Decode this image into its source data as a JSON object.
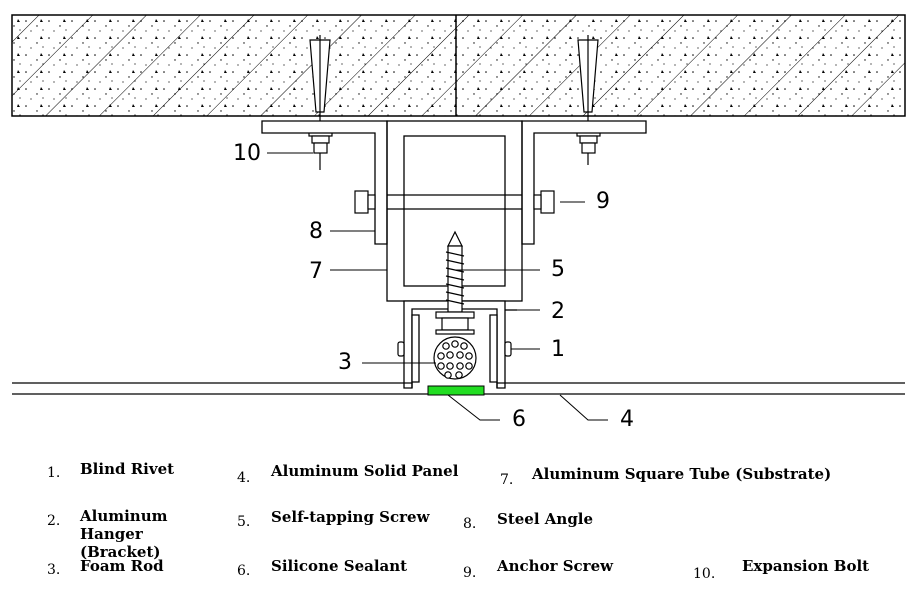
{
  "callouts": {
    "c1": "1",
    "c2": "2",
    "c3": "3",
    "c4": "4",
    "c5": "5",
    "c6": "6",
    "c7": "7",
    "c8": "8",
    "c9": "9",
    "c10": "10"
  },
  "legend": [
    {
      "num": "1.",
      "label": "Blind Rivet"
    },
    {
      "num": "2.",
      "label": "Aluminum Hanger (Bracket)"
    },
    {
      "num": "3.",
      "label": "Foam Rod"
    },
    {
      "num": "4.",
      "label": "Aluminum Solid Panel"
    },
    {
      "num": "5.",
      "label": "Self-tapping Screw"
    },
    {
      "num": "6.",
      "label": "Silicone Sealant"
    },
    {
      "num": "7.",
      "label": "Aluminum Square Tube (Substrate)"
    },
    {
      "num": "8.",
      "label": "Steel Angle"
    },
    {
      "num": "9.",
      "label": "Anchor Screw"
    },
    {
      "num": "10.",
      "label": "Expansion Bolt"
    }
  ],
  "colors": {
    "line": "#000000",
    "sealant": "#22dd22",
    "background": "#ffffff"
  }
}
